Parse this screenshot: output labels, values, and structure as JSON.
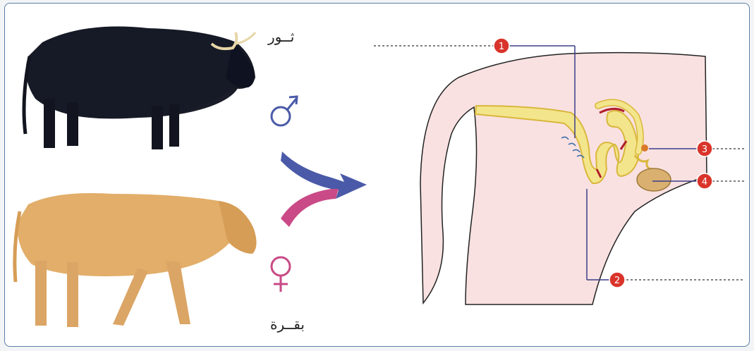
{
  "animals": {
    "male_label": "ثــور",
    "female_label": "بقــرة"
  },
  "symbols": {
    "male": "♂",
    "female": "♀"
  },
  "markers": [
    "1",
    "2",
    "3",
    "4"
  ],
  "colors": {
    "frame": "#5b7fa6",
    "body_fill": "#f9e1e1",
    "tract_fill": "#f3e58c",
    "tract_stroke": "#d9b73c",
    "male_arrow": "#4a5aa8",
    "female_arrow": "#c94a86",
    "marker_fill": "#d9342b",
    "leader": "#3a3f8a"
  },
  "icons": [
    "bull-image",
    "cow-image",
    "male-symbol-icon",
    "female-symbol-icon",
    "merge-arrow-icon"
  ]
}
